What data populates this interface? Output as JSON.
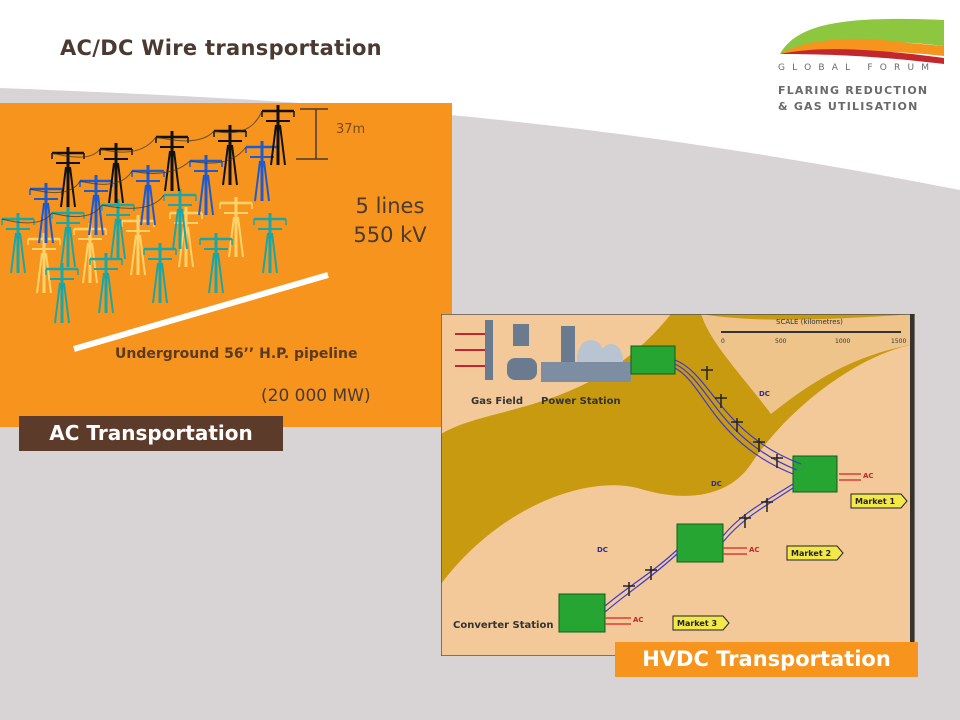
{
  "slide": {
    "title": "AC/DC Wire transportation"
  },
  "logo": {
    "line1": "GLOBAL FORUM",
    "line2": "FLARING REDUCTION",
    "line3": "& GAS UTILISATION"
  },
  "ac_panel": {
    "tower_height_label": "37m",
    "lines_count": "5 lines",
    "voltage": "550 kV",
    "pipeline_label": "Underground 56’’ H.P. pipeline",
    "capacity": "(20 000 MW)",
    "caption": "AC Transportation"
  },
  "hvdc_map": {
    "scale_label": "SCALE (kilometres)",
    "scale_ticks": [
      "0",
      "500",
      "1000",
      "1500"
    ],
    "gas_field_label": "Gas Field",
    "power_station_label": "Power Station",
    "converter_station_label": "Converter Station",
    "dc_label": "DC",
    "ac_label": "AC",
    "markets": [
      "Market 1",
      "Market 2",
      "Market 3"
    ],
    "caption": "HVDC Transportation"
  },
  "colors": {
    "orange": "#f7941d",
    "brown": "#5c3b2a",
    "grey_panel": "#d7d2d3",
    "map_tan": "#f3c999",
    "map_olive": "#c79a10"
  }
}
